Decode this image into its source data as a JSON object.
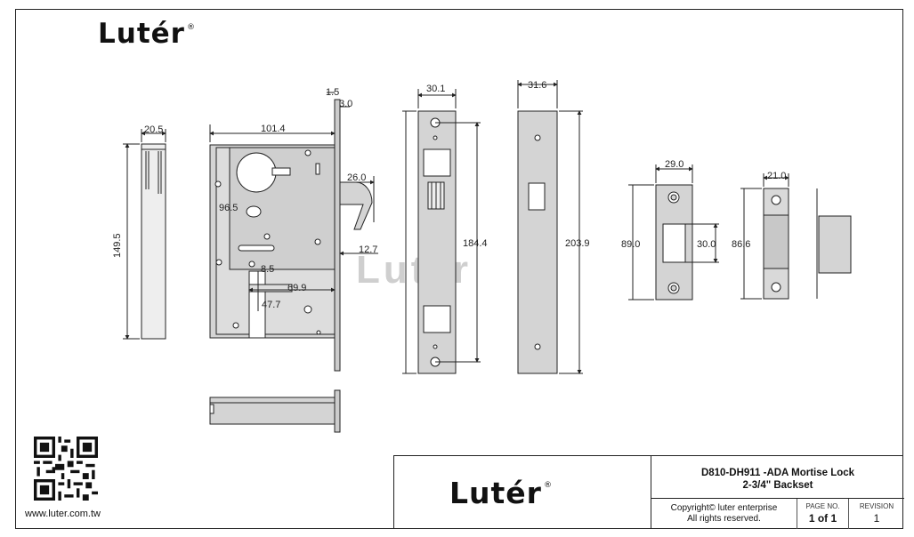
{
  "brand": {
    "name": "Lutér",
    "registered_mark": "®",
    "website": "www.luter.com.tw"
  },
  "title_block": {
    "title_line1": "D810-DH911 -ADA Mortise Lock",
    "title_line2": "2-3/4\"  Backset",
    "copyright_line1": "Copyright© luter enterprise",
    "copyright_line2": "All rights reserved.",
    "page_label": "PAGE NO.",
    "page_value": "1 of 1",
    "revision_label": "REVISION",
    "revision_value": "1"
  },
  "dimensions": {
    "body_thickness": "20.5",
    "body_height": "149.5",
    "body_depth": "101.4",
    "faceplate_thickness": "1.5",
    "faceplate_offset": "3.0",
    "hub_to_edge": "96.5",
    "latch_projection": "26.0",
    "latch_offset": "12.7",
    "spindle_offset": "8.5",
    "cylinder_distance": "69.9",
    "hub_to_cylinder": "47.7",
    "inner_plate_width": "30.1",
    "inner_plate_hole_spacing": "184.4",
    "outer_plate_width": "31.6",
    "outer_plate_height": "203.9",
    "strike_width": "29.0",
    "strike_height": "89.0",
    "strike_opening": "30.0",
    "box_width": "21.0",
    "box_height": "86.6"
  },
  "colors": {
    "line": "#222222",
    "fill": "#d4d4d4",
    "watermark": "#c8c8c8"
  }
}
